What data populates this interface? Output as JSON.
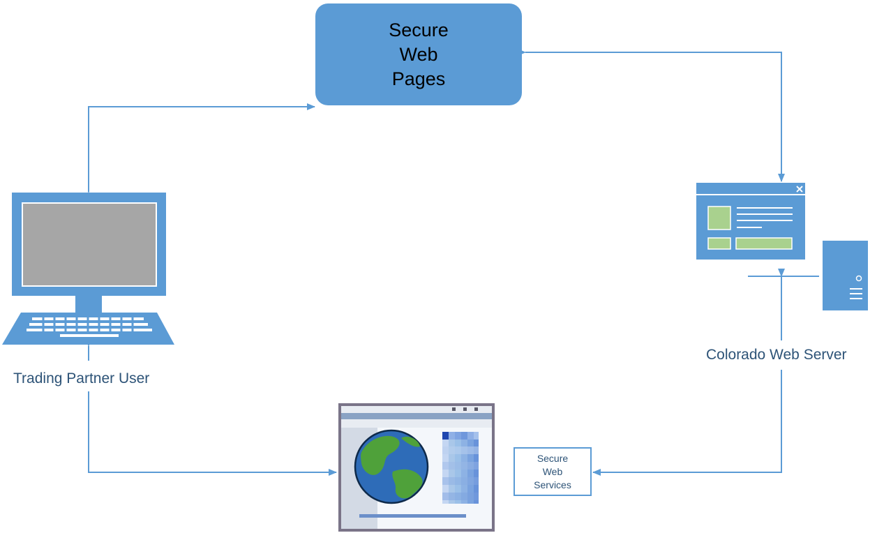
{
  "nodes": {
    "secure_web_pages": "Secure Web Pages",
    "trading_partner_user": "Trading Partner User",
    "colorado_web_server": "Colorado Web Server",
    "secure_web_services": "Secure Web Services"
  },
  "colors": {
    "node_fill": "#5b9bd5",
    "connector": "#5b9bd5",
    "caption_text": "#2d5377",
    "accent_green": "#a9d18e"
  },
  "icons": [
    "laptop-icon",
    "web-window-icon",
    "server-tower-icon",
    "browser-globe-icon"
  ]
}
